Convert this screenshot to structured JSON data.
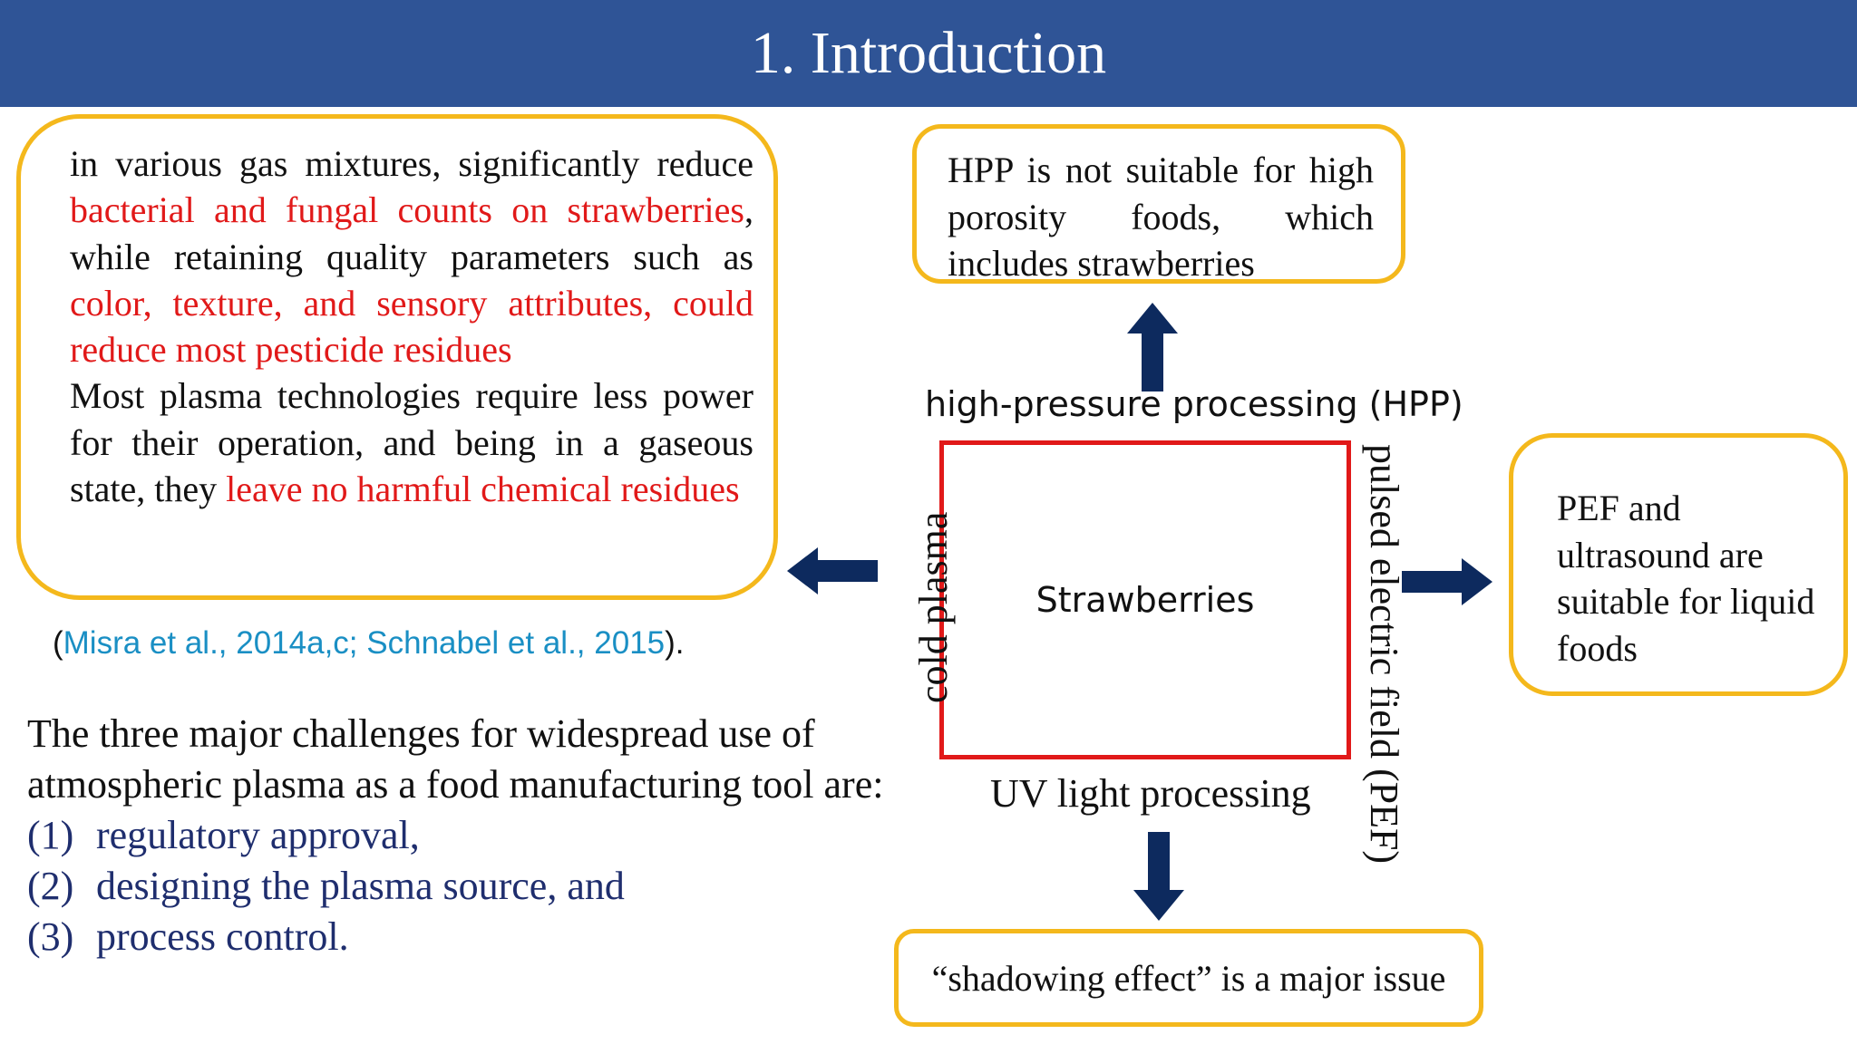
{
  "title": "1. Introduction",
  "left_box": {
    "l1a": "in various gas mixtures, significantly reduce ",
    "l1b": "bacterial and fungal counts on strawberries",
    "l1c": ", while retaining quality parameters such as ",
    "l1d": "color, texture, and sensory attributes, could reduce most pesticide residues",
    "l2a": "Most plasma technologies require less power for their operation, and being in a gaseous state, they ",
    "l2b": "leave no harmful chemical residues"
  },
  "citation": {
    "open": "(",
    "refs": "Misra et al., 2014a,c; Schnabel et al., 2015",
    "close": ")."
  },
  "challenges": {
    "intro": "The three major challenges for widespread use of atmospheric plasma as a food manufacturing tool are:",
    "items": [
      {
        "num": "(1)",
        "text": "regulatory approval,"
      },
      {
        "num": "(2)",
        "text": "designing the plasma source, and"
      },
      {
        "num": "(3)",
        "text": "process control."
      }
    ]
  },
  "diagram": {
    "center": "Strawberries",
    "top_label": "high-pressure processing (HPP)",
    "bottom_label": "UV light processing",
    "left_label": "cold plasma",
    "right_label": "pulsed electric field (PEF)",
    "hpp_note": "HPP is not suitable for high porosity foods, which includes strawberries",
    "pef_note": "PEF and ultrasound are suitable for liquid foods",
    "uv_note": "“shadowing effect” is a major issue"
  },
  "colors": {
    "title_bar": "#2f5496",
    "box_border": "#f4b81c",
    "highlight": "#e11919",
    "arrow": "#0d2a5e",
    "citation": "#1a8fc4",
    "list": "#1f2e6e"
  }
}
